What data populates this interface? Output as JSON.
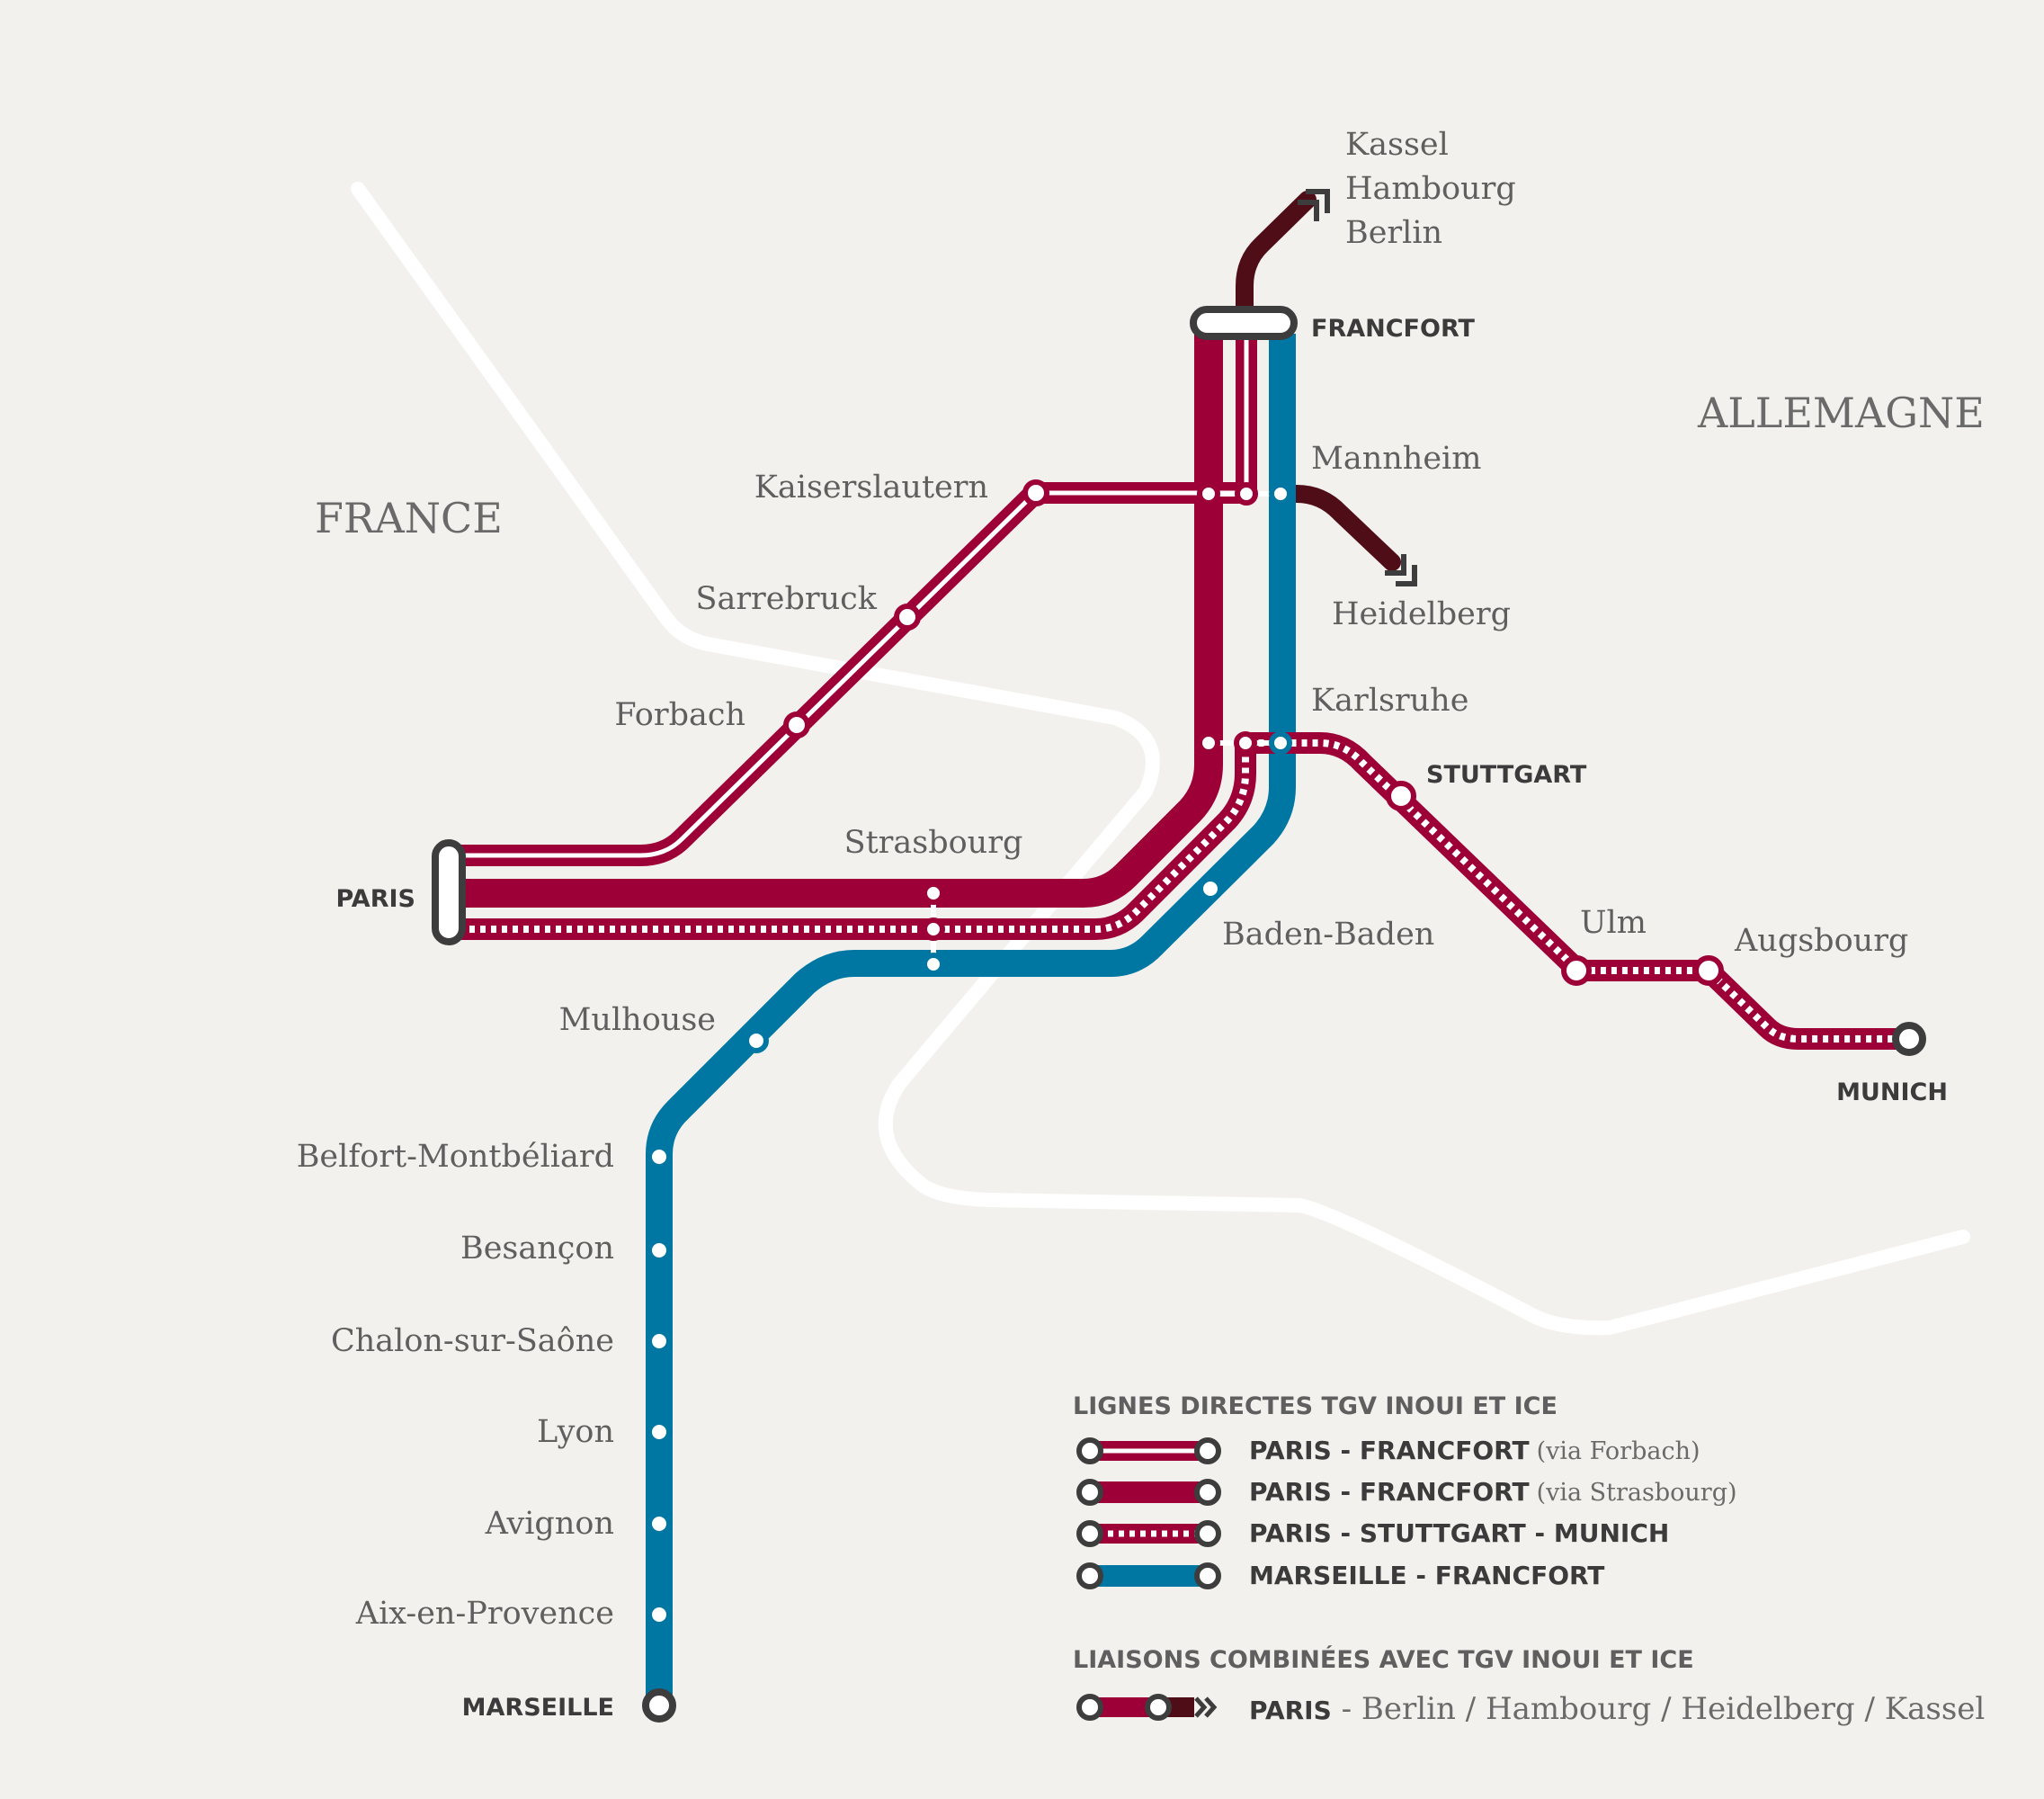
{
  "colors": {
    "background": "#f3f1ed",
    "border": "#ffffff",
    "crimson": "#9c0037",
    "blue": "#0077a3",
    "dark_red": "#4f0d18",
    "station_outline": "#3d3d3d",
    "text": "#5f5f5f",
    "text_bold": "#3b3b3b"
  },
  "countries": {
    "france": "FRANCE",
    "germany": "ALLEMAGNE"
  },
  "stations": {
    "paris": "PARIS",
    "francfort": "FRANCFORT",
    "stuttgart": "STUTTGART",
    "munich": "MUNICH",
    "marseille": "MARSEILLE",
    "kaiserslautern": "Kaiserslautern",
    "sarrebruck": "Sarrebruck",
    "forbach": "Forbach",
    "strasbourg": "Strasbourg",
    "mannheim": "Mannheim",
    "heidelberg": "Heidelberg",
    "karlsruhe": "Karlsruhe",
    "baden_baden": "Baden-Baden",
    "ulm": "Ulm",
    "augsbourg": "Augsbourg",
    "mulhouse": "Mulhouse",
    "belfort": "Belfort-Montbéliard",
    "besancon": "Besançon",
    "chalon": "Chalon-sur-Saône",
    "lyon": "Lyon",
    "avignon": "Avignon",
    "aix": "Aix-en-Provence",
    "kassel": "Kassel",
    "hambourg": "Hambourg",
    "berlin": "Berlin"
  },
  "legend": {
    "direct_heading": "LIGNES DIRECTES TGV INOUI ET ICE",
    "combined_heading": "LIAISONS COMBINÉES AVEC TGV INOUI ET ICE",
    "items": [
      {
        "route": "PARIS - FRANCFORT",
        "via": "(via Forbach)",
        "style": "double-line"
      },
      {
        "route": "PARIS - FRANCFORT",
        "via": "(via Strasbourg)",
        "style": "solid-crimson"
      },
      {
        "route": "PARIS - STUTTGART - MUNICH",
        "via": "",
        "style": "dotted-crimson"
      },
      {
        "route": "MARSEILLE - FRANCFORT",
        "via": "",
        "style": "solid-blue"
      }
    ],
    "combined": {
      "route": "PARIS",
      "rest": " - Berlin / Hambourg / Heidelberg / Kassel"
    }
  }
}
